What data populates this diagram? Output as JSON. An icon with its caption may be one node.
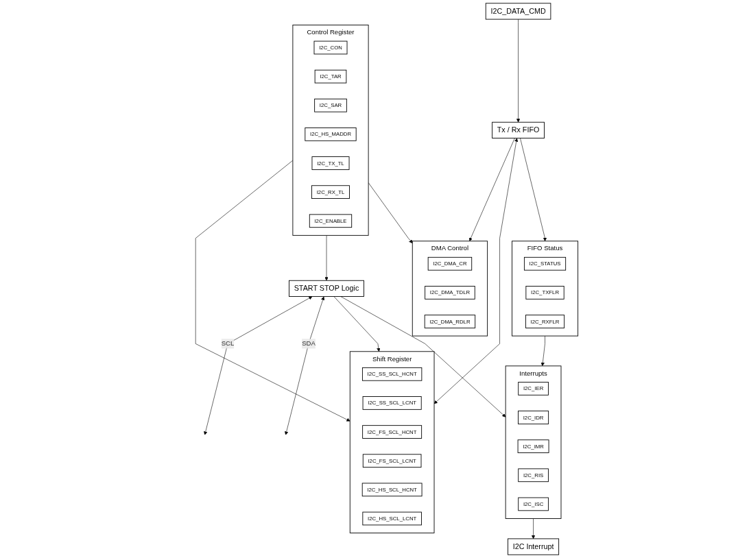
{
  "diagram": {
    "nodes": [
      {
        "text": [
          "Control Register"
        ]
      },
      {
        "text": [
          "I2C_CON"
        ],
        "in": 0
      },
      {
        "text": [
          "I2C_TAR"
        ],
        "in": 0
      },
      {
        "text": [
          "I2C_SAR"
        ],
        "in": 0
      },
      {
        "text": [
          "I2C_HS_MADDR"
        ],
        "in": 0
      },
      {
        "text": [
          "I2C_TX_TL"
        ],
        "in": 0
      },
      {
        "text": [
          "I2C_RX_TL"
        ],
        "in": 0
      },
      {
        "text": [
          "I2C_ENABLE"
        ],
        "in": 0
      },
      {
        "text": [
          "DMA Control"
        ]
      },
      {
        "text": [
          "I2C_DMA_CR"
        ],
        "in": 8
      },
      {
        "text": [
          "I2C_DMA_TDLR"
        ],
        "in": 8
      },
      {
        "text": [
          "I2C_DMA_RDLR"
        ],
        "in": 8
      },
      {
        "text": [
          "Shift Register"
        ]
      },
      {
        "text": [
          "I2C_SS_SCL_HCNT"
        ],
        "in": 12
      },
      {
        "text": [
          "I2C_SS_SCL_LCNT"
        ],
        "in": 12
      },
      {
        "text": [
          "I2C_FS_SCL_HCNT"
        ],
        "in": 12
      },
      {
        "text": [
          "I2C_FS_SCL_LCNT"
        ],
        "in": 12
      },
      {
        "text": [
          "I2C_HS_SCL_HCNT"
        ],
        "in": 12
      },
      {
        "text": [
          "I2C_HS_SCL_LCNT"
        ],
        "in": 12
      },
      {
        "text": [
          "I2C_DATA_CMD"
        ]
      },
      {
        "text": [
          "Tx / Rx FIFO"
        ]
      },
      {
        "text": [
          "START STOP Logic"
        ]
      },
      {
        "text": [
          "Interrupts"
        ]
      },
      {
        "text": [
          "I2C_IER"
        ],
        "in": 22
      },
      {
        "text": [
          "I2C_IDR"
        ],
        "in": 22
      },
      {
        "text": [
          "I2C_IMR"
        ],
        "in": 22
      },
      {
        "text": [
          "I2C_RIS"
        ],
        "in": 22
      },
      {
        "text": [
          "I2C_ISC"
        ],
        "in": 22
      },
      {
        "text": [
          "I2C Interrupt"
        ]
      },
      {
        "text": [
          "FIFO Status"
        ]
      },
      {
        "text": [
          "I2C_STATUS"
        ],
        "in": 29
      },
      {
        "text": [
          "I2C_TXFLR"
        ],
        "in": 29
      },
      {
        "text": [
          "I2C_RXFLR"
        ],
        "in": 29
      }
    ],
    "edges": [
      {
        "from": 0,
        "to": 12,
        "arrow": "to"
      },
      {
        "from": 0,
        "to": 21,
        "arrow": "to"
      },
      {
        "from": 0,
        "to": 8,
        "arrow": "to"
      },
      {
        "from": 20,
        "to": 8,
        "arrow": "to"
      },
      {
        "from": 20,
        "to": 12,
        "arrow": "both"
      },
      {
        "from": 19,
        "to": 20,
        "arrow": "to"
      },
      {
        "from": 21,
        "to": 12,
        "arrow": "to"
      },
      {
        "from": 21,
        "to": null,
        "label": "SCL",
        "arrow": "both"
      },
      {
        "from": 21,
        "to": null,
        "label": "SDA",
        "arrow": "both"
      },
      {
        "from": 20,
        "to": 29,
        "arrow": "to"
      },
      {
        "from": 21,
        "to": 22,
        "arrow": "to"
      },
      {
        "from": 29,
        "to": 22,
        "arrow": "to"
      },
      {
        "from": 22,
        "to": 28,
        "arrow": "to"
      }
    ]
  }
}
